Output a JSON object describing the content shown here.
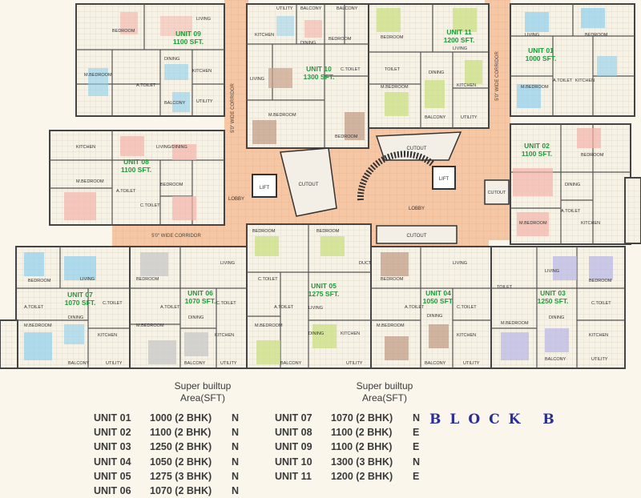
{
  "plan": {
    "units": [
      {
        "name": "UNIT 09",
        "area": "1100 SFT."
      },
      {
        "name": "UNIT 10",
        "area": "1300 SFT."
      },
      {
        "name": "UNIT 11",
        "area": "1200 SFT."
      },
      {
        "name": "UNIT 01",
        "area": "1000 SFT."
      },
      {
        "name": "UNIT 08",
        "area": "1100 SFT."
      },
      {
        "name": "UNIT 02",
        "area": "1100 SFT."
      },
      {
        "name": "UNIT 07",
        "area": "1070 SFT."
      },
      {
        "name": "UNIT 06",
        "area": "1070 SFT."
      },
      {
        "name": "UNIT 05",
        "area": "1275 SFT."
      },
      {
        "name": "UNIT 04",
        "area": "1050 SFT."
      },
      {
        "name": "UNIT 03",
        "area": "1250 SFT."
      }
    ],
    "rooms": {
      "bedroom": "BEDROOM",
      "mbedroom": "M.BEDROOM",
      "living": "LIVING",
      "kitchen": "KITCHEN",
      "dining": "DINING",
      "balcony": "BALCONY",
      "utility": "UTILITY",
      "toilet": "TOILET",
      "ctoilet": "C.TOILET",
      "atoilet": "A.TOILET",
      "livingdining": "LIVING/DINING",
      "lift": "LIFT",
      "cutout": "CUTOUT",
      "lobby": "LOBBY",
      "duct": "DUCT"
    },
    "corridors": {
      "west": "5'0\" WIDE CORRIDOR",
      "east": "5'0\" WIDE CORRIDOR",
      "bottom": "5'0\" WIDE CORRIDOR"
    }
  },
  "legend": {
    "header_left": [
      "Super builtup",
      "Area(SFT)"
    ],
    "header_right": [
      "Super builtup",
      "Area(SFT)"
    ],
    "left": [
      {
        "unit": "UNIT 01",
        "area": "1000",
        "type": "(2 BHK)",
        "facing": "N"
      },
      {
        "unit": "UNIT 02",
        "area": "1100",
        "type": "(2 BHK)",
        "facing": "N"
      },
      {
        "unit": "UNIT 03",
        "area": "1250",
        "type": "(2 BHK)",
        "facing": "N"
      },
      {
        "unit": "UNIT 04",
        "area": "1050",
        "type": "(2 BHK)",
        "facing": "N"
      },
      {
        "unit": "UNIT 05",
        "area": "1275",
        "type": "(3 BHK)",
        "facing": "N"
      },
      {
        "unit": "UNIT 06",
        "area": "1070",
        "type": "(2 BHK)",
        "facing": "N"
      }
    ],
    "right": [
      {
        "unit": "UNIT 07",
        "area": "1070",
        "type": "(2 BHK)",
        "facing": "N"
      },
      {
        "unit": "UNIT 08",
        "area": "1100",
        "type": "(2 BHK)",
        "facing": "E"
      },
      {
        "unit": "UNIT 09",
        "area": "1100",
        "type": "(2 BHK)",
        "facing": "E"
      },
      {
        "unit": "UNIT 10",
        "area": "1300",
        "type": "(3 BHK)",
        "facing": "N"
      },
      {
        "unit": "UNIT 11",
        "area": "1200",
        "type": "(2 BHK)",
        "facing": "E"
      }
    ]
  },
  "block_title": "BLOCK B",
  "colors": {
    "unit_label": "#1f9a3a",
    "corridor": "#f6c8a6",
    "wall": "#444444",
    "block_title": "#2b2e9a",
    "legend_text": "#3a3a3a",
    "floor_pink": "#f3b3a8",
    "floor_green": "#c7e07a",
    "floor_blue": "#8fd0ee"
  }
}
